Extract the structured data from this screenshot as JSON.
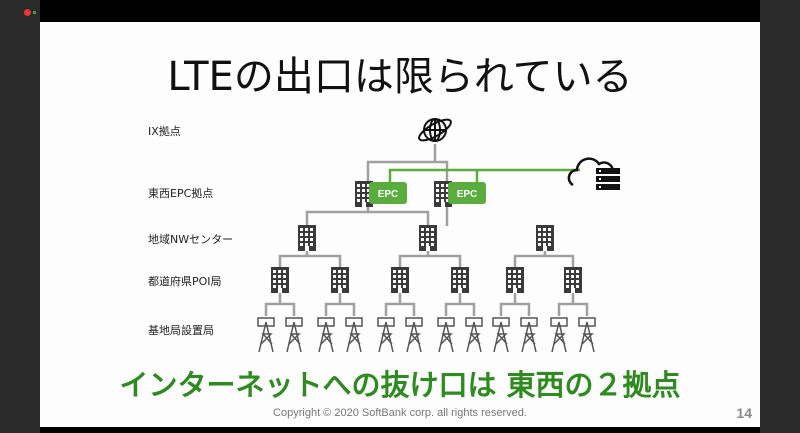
{
  "slide": {
    "title": "LTEの出口は限られている",
    "levels": [
      "IX拠点",
      "東西EPC拠点",
      "地域NWセンター",
      "都道府県POI局",
      "基地局設置局"
    ],
    "epc_label": "EPC",
    "tagline": "インターネットへの抜け口は 東西の２拠点",
    "copyright": "Copyright © 2020 SoftBank corp. all rights reserved.",
    "page_number": "14"
  },
  "colors": {
    "accent": "#5aad3c",
    "tagline": "#2e8b1f",
    "line": "#a0a0a0"
  }
}
